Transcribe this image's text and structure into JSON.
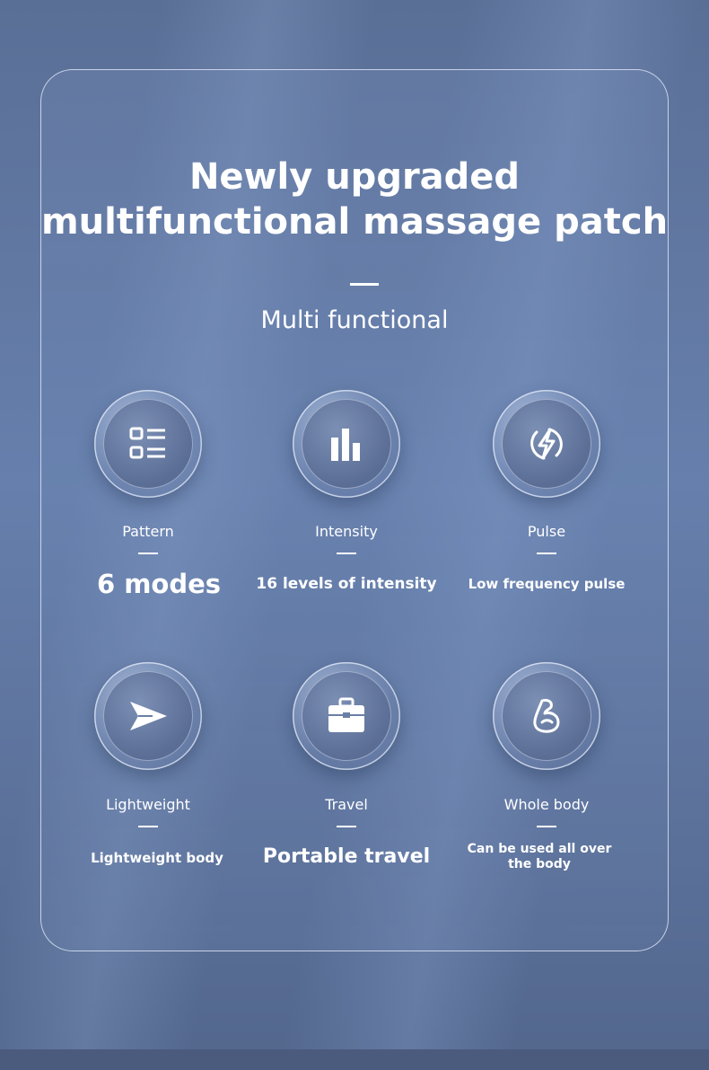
{
  "title_line1": "Newly upgraded",
  "title_line2": "multifunctional massage patch",
  "subtitle": "Multi functional",
  "features": [
    {
      "label": "Pattern",
      "value": "6 modes",
      "icon": "list-icon"
    },
    {
      "label": "Intensity",
      "value": "16 levels of intensity",
      "icon": "bar-chart-icon"
    },
    {
      "label": "Pulse",
      "value": "Low frequency pulse",
      "icon": "lightning-icon"
    },
    {
      "label": "Lightweight",
      "value": "Lightweight body",
      "icon": "paper-plane-icon"
    },
    {
      "label": "Travel",
      "value": "Portable travel",
      "icon": "briefcase-icon"
    },
    {
      "label": "Whole body",
      "value": "Can be used all over the body",
      "icon": "muscle-arm-icon"
    }
  ],
  "colors": {
    "text": "#ffffff",
    "background": "#5f76a0"
  }
}
